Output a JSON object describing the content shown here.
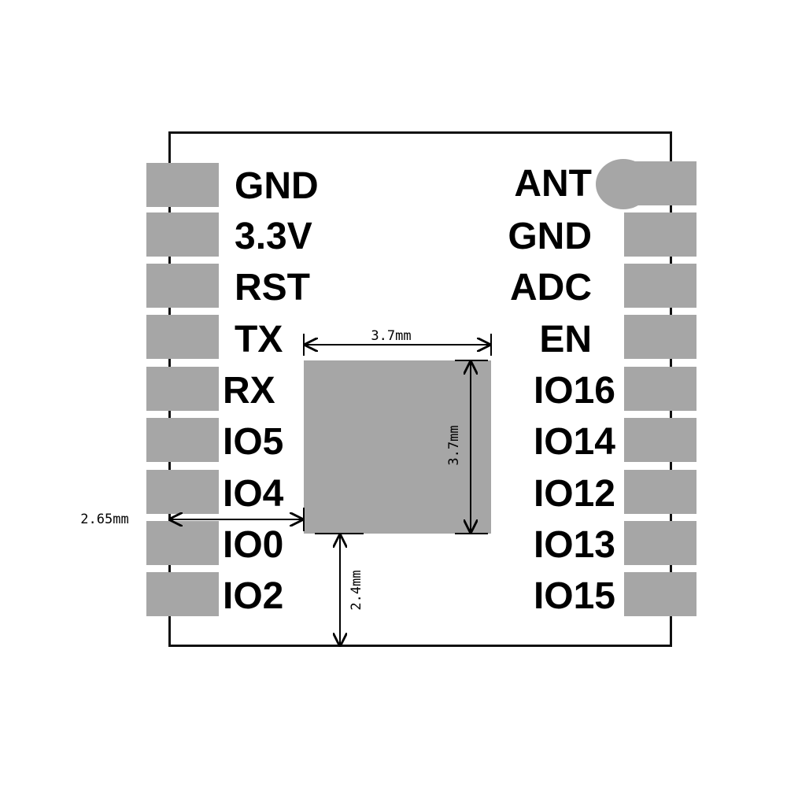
{
  "left_pins": [
    {
      "label": "GND"
    },
    {
      "label": "3.3V"
    },
    {
      "label": "RST"
    },
    {
      "label": "TX"
    },
    {
      "label": "RX"
    },
    {
      "label": "IO5"
    },
    {
      "label": "IO4"
    },
    {
      "label": "IO0"
    },
    {
      "label": "IO2"
    }
  ],
  "right_pins": [
    {
      "label": "ANT"
    },
    {
      "label": "GND"
    },
    {
      "label": "ADC"
    },
    {
      "label": "EN"
    },
    {
      "label": "IO16"
    },
    {
      "label": "IO14"
    },
    {
      "label": "IO12"
    },
    {
      "label": "IO13"
    },
    {
      "label": "IO15"
    }
  ],
  "dimensions": {
    "chip_width": "3.7mm",
    "chip_height": "3.7mm",
    "left_offset": "2.65mm",
    "bottom_offset": "2.4mm"
  },
  "colors": {
    "pad": "#a6a6a6",
    "outline": "#111111"
  }
}
